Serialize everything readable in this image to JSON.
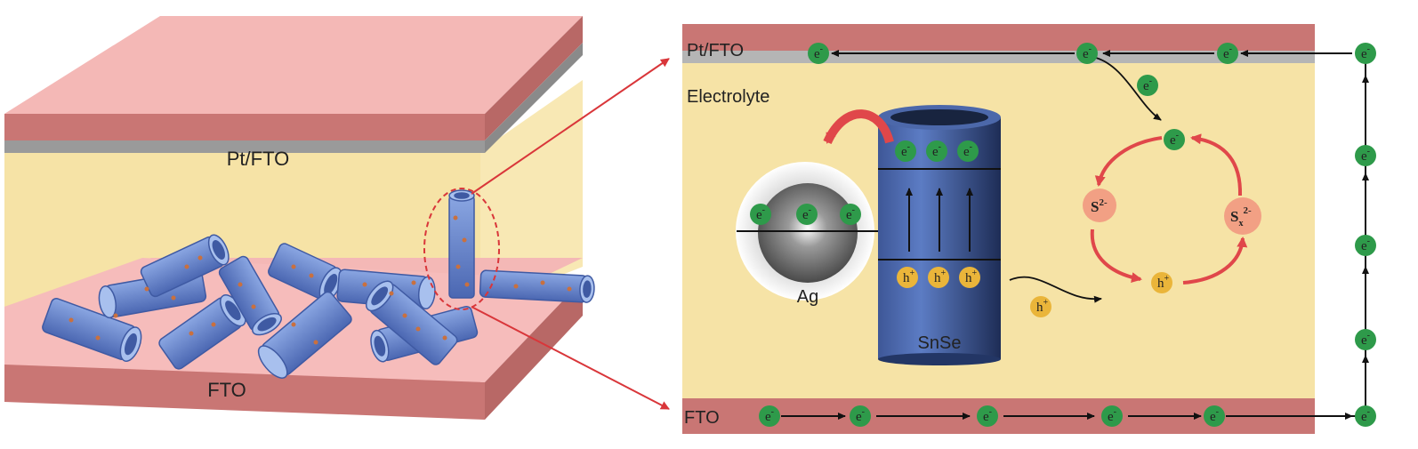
{
  "left_panel": {
    "top_layer_label": "Pt/FTO",
    "bottom_layer_label": "FTO"
  },
  "right_panel": {
    "top_electrode_label": "Pt/FTO",
    "electrolyte_label": "Electrolyte",
    "bottom_electrode_label": "FTO",
    "silver_label": "Ag",
    "tube_label": "SnSe",
    "electron": "e",
    "electron_sup": "-",
    "hole": "h",
    "hole_sup": "+",
    "sulfide": "S",
    "sulfide_sup": "2-",
    "polysulfide": "S",
    "polysulfide_sub": "x",
    "polysulfide_sup": "2-"
  },
  "colors": {
    "fto_pink": "#f2a9a8",
    "electrolyte": "#f6e3a6",
    "tube_blue": "#5a78c0",
    "electron_green": "#2e9a4a",
    "hole_orange": "#eab53a",
    "arrow_red": "#e0474a"
  }
}
